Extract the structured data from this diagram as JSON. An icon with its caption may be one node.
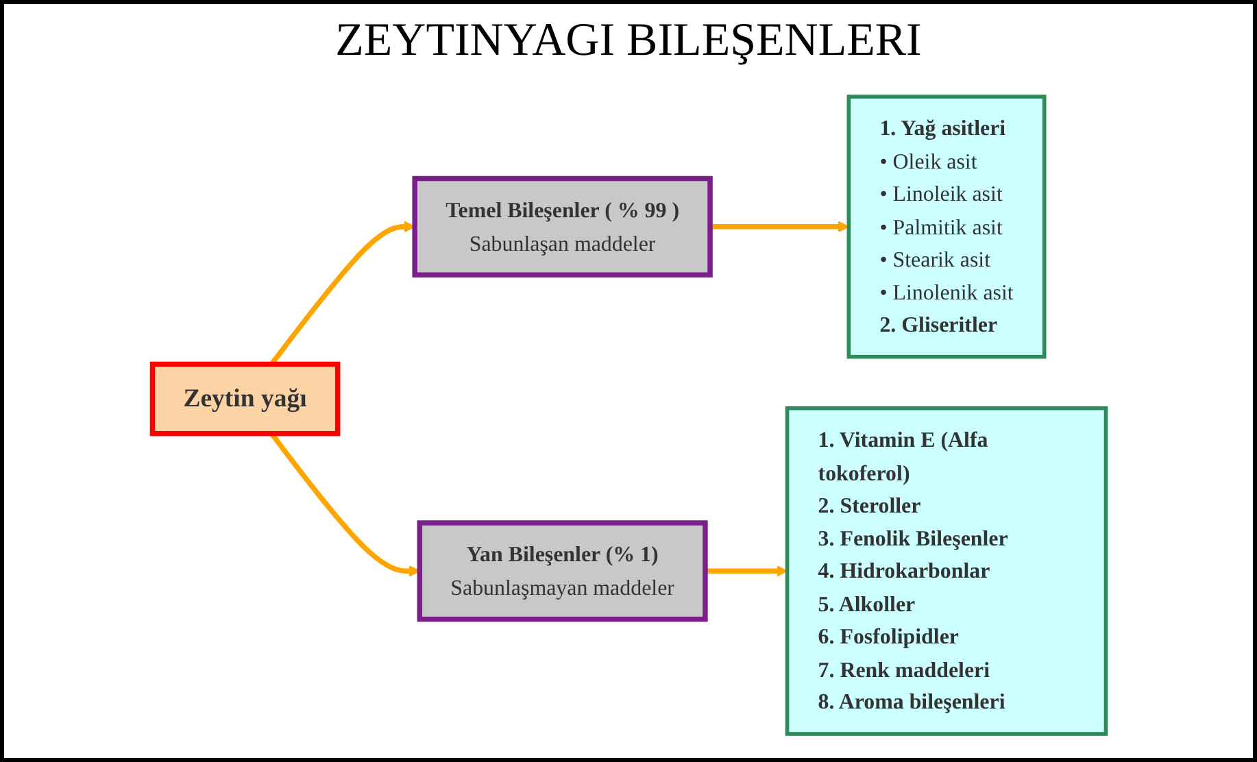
{
  "diagram": {
    "title": "ZEYTINYAGI BILEŞENLERI",
    "nodes": [
      {
        "text": [
          "Zeytin yağı"
        ]
      },
      {
        "text": [
          "Temel Bileşenler ( % 99 )",
          "Sabunlaşan maddeler"
        ]
      },
      {
        "text": [
          "1. Yağ asitleri",
          "• Oleik asit",
          "• Linoleik asit",
          "• Palmitik asit",
          "• Stearik asit",
          "• Linolenik asit",
          "2. Gliseritler"
        ]
      },
      {
        "text": [
          "Yan Bileşenler (% 1)",
          "Sabunlaşmayan maddeler"
        ]
      },
      {
        "text": [
          "1. Vitamin E (Alfa tokoferol)",
          "2. Steroller",
          "3. Fenolik Bileşenler",
          "4. Hidrokarbonlar",
          "5. Alkoller",
          "6. Fosfolipidler",
          "7. Renk maddeleri",
          "8. Aroma bileşenleri"
        ]
      }
    ],
    "edges": [
      {
        "from": 0,
        "to": 1,
        "arrow": "to"
      },
      {
        "from": 1,
        "to": 2,
        "arrow": "to"
      },
      {
        "from": 0,
        "to": 3,
        "arrow": "to"
      },
      {
        "from": 3,
        "to": 4,
        "arrow": "to"
      }
    ]
  }
}
